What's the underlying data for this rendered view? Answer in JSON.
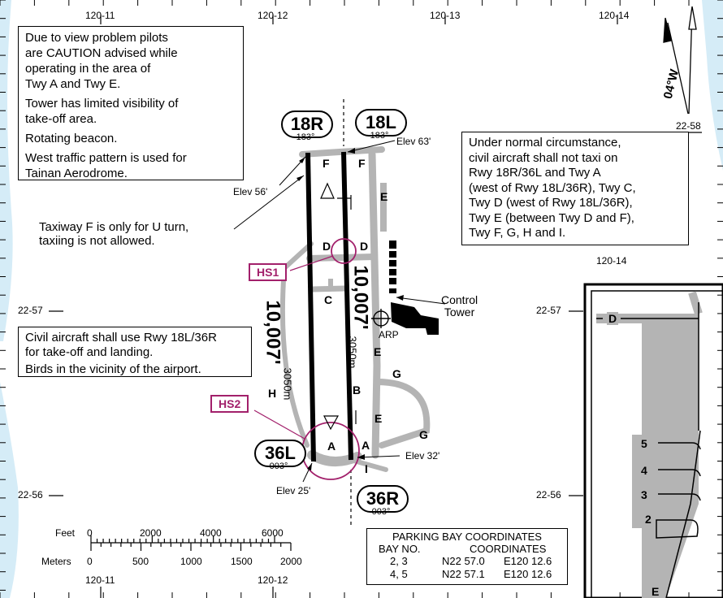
{
  "grid": {
    "lon_top": [
      "120-11",
      "120-12",
      "120-13",
      "120-14"
    ],
    "lon_bottom": [
      "120-11",
      "120-12"
    ],
    "lat_left": [
      "22-57",
      "22-56"
    ],
    "lat_right": [
      "22-58",
      "22-57",
      "22-56"
    ],
    "inset_lon": "120-14"
  },
  "north_arrow": {
    "variation": "04°W"
  },
  "notes": {
    "caution_1": "Due to view problem pilots\nare CAUTION advised while\noperating in the area of\nTwy A and Twy E.",
    "caution_2": "Tower has limited visibility of\ntake-off area.",
    "caution_3": "Rotating beacon.",
    "caution_4": "West traffic pattern is used for\nTainan Aerodrome.",
    "taxi_restriction": "Under normal circumstance,\ncivil aircraft shall not taxi on\nRwy 18R/36L and Twy A\n(west of Rwy 18L/36R), Twy C,\nTwy D (west of Rwy 18L/36R),\nTwy E (between Twy D and F),\nTwy F, G, H and I.",
    "taxiway_f": "Taxiway F is only for U turn,\ntaxiing is not allowed.",
    "civil_use": "Civil aircraft shall use Rwy 18L/36R\nfor take-off and landing.",
    "birds": "Birds in the vicinity of the airport."
  },
  "runways": {
    "r18r": {
      "id": "18R",
      "hdg": "183°"
    },
    "r18l": {
      "id": "18L",
      "hdg": "183°"
    },
    "r36l": {
      "id": "36L",
      "hdg": "003°"
    },
    "r36r": {
      "id": "36R",
      "hdg": "003°"
    },
    "length_ft": "10,007'",
    "length_m": "3050m"
  },
  "elevations": {
    "e63": "Elev 63'",
    "e56": "Elev 56'",
    "e32": "Elev 32'",
    "e25": "Elev 25'"
  },
  "hotspots": {
    "hs1": "HS1",
    "hs2": "HS2"
  },
  "taxiways": {
    "a": "A",
    "b": "B",
    "c": "C",
    "d": "D",
    "e": "E",
    "f": "F",
    "g": "G",
    "h": "H",
    "i": "I"
  },
  "facilities": {
    "control_tower": "Control\nTower",
    "arp": "ARP"
  },
  "scale": {
    "feet_label": "Feet",
    "meters_label": "Meters",
    "feet_ticks": [
      "0",
      "2000",
      "4000",
      "6000"
    ],
    "meter_ticks": [
      "0",
      "500",
      "1000",
      "1500",
      "2000"
    ]
  },
  "parking_bay": {
    "title": "PARKING BAY COORDINATES",
    "col1": "BAY NO.",
    "col2": "COORDINATES",
    "rows": [
      {
        "bay": "2, 3",
        "lat": "N22 57.0",
        "lon": "E120 12.6"
      },
      {
        "bay": "4, 5",
        "lat": "N22 57.1",
        "lon": "E120 12.6"
      }
    ]
  },
  "inset": {
    "bays": [
      "5",
      "4",
      "3",
      "2"
    ],
    "twy_d": "D",
    "twy_e": "E"
  },
  "colors": {
    "hotspot": "#a2206b",
    "water": "#d5ecf7",
    "taxiway": "#b4b4b4"
  }
}
